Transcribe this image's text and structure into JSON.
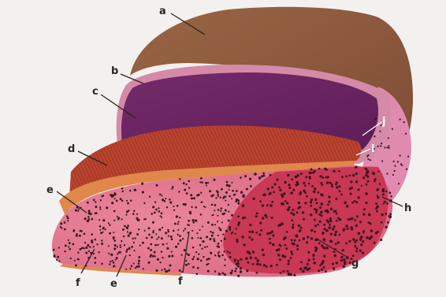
{
  "labels": {
    "a": "a",
    "b": "b",
    "c": "c",
    "d": "d",
    "e_upper": "e",
    "e_lower": "e",
    "f_left": "f",
    "f_mid": "f",
    "g": "g",
    "h": "h",
    "i": "i",
    "j": "j"
  },
  "colors": {
    "background": "#f3f1ef",
    "outer_layer_brown": "#8e5a3e",
    "pink_rim": "#d58aa8",
    "purple_layer": "#6a2462",
    "red_striated_layer": "#b9432e",
    "orange_band": "#e0874c",
    "dotted_pink_surface": "#e06f8c",
    "deep_red_region": "#c7334f",
    "light_pink_right": "#e18ab0",
    "dots": "#3a1520"
  }
}
